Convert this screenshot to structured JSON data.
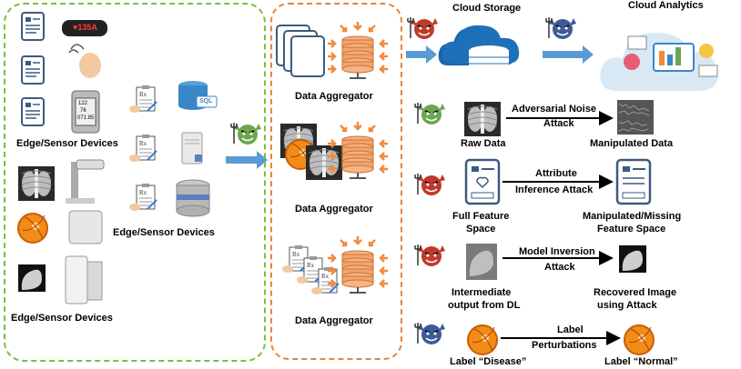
{
  "left_panel": {
    "edge_label_1": "Edge/Sensor Devices",
    "edge_label_2": "Edge/Sensor Devices",
    "edge_label_3": "Edge/Sensor Devices",
    "bp_readout": [
      "122",
      "76",
      "071:85"
    ],
    "db_tag": "SQL",
    "band_readout": "♥135A"
  },
  "middle_panel": {
    "aggregator_1": "Data Aggregator",
    "aggregator_2": "Data Aggregator",
    "aggregator_3": "Data Aggregator"
  },
  "top": {
    "cloud_storage": "Cloud Storage",
    "cloud_analytics": "Cloud Analytics"
  },
  "attacks": [
    {
      "left": "Raw Data",
      "attack_line1": "Adversarial Noise",
      "attack_line2": "Attack",
      "right": "Manipulated Data"
    },
    {
      "left_line1": "Full Feature",
      "left_line2": "Space",
      "attack_line1": "Attribute",
      "attack_line2": "Inference Attack",
      "right_line1": "Manipulated/Missing",
      "right_line2": "Feature Space"
    },
    {
      "left_line1": "Intermediate",
      "left_line2": "output from DL",
      "attack_line1": "Model Inversion",
      "attack_line2": "Attack",
      "right_line1": "Recovered Image",
      "right_line2": "using Attack"
    },
    {
      "left": "Label “Disease”",
      "attack_line1": "Label",
      "attack_line2": "Perturbations",
      "right": "Label “Normal”"
    }
  ],
  "colors": {
    "green_dashed": "#7bbf3c",
    "orange_dashed": "#e8843a",
    "arrow_blue": "#5b9bd5",
    "db_orange": "#f4a46a",
    "devil_red": "#c0392b",
    "devil_green": "#6aa84f",
    "devil_blue": "#3d5a98"
  }
}
